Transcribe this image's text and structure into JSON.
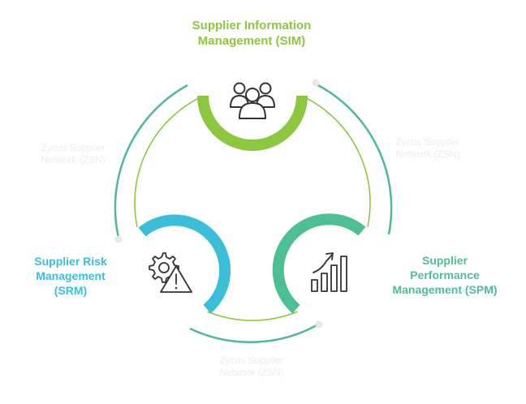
{
  "colors": {
    "sim": "#8dc63f",
    "srm": "#3bbfd9",
    "spm": "#4cbf94",
    "inner_ring": "#8dc63f",
    "outer_arc": "#4db89a",
    "faint_text": "#ededed",
    "faint_dot": "#e8e8e8",
    "icon": "#333333",
    "background": "#ffffff"
  },
  "sim": {
    "line1": "Supplier Information",
    "line2": "Management (SIM)",
    "icon": "people-group-icon"
  },
  "srm": {
    "line1": "Supplier Risk",
    "line2": "Management",
    "line3": "(SRM)",
    "icon": "gear-warning-icon"
  },
  "spm": {
    "line1": "Supplier",
    "line2": "Performance",
    "line3": "Management (SPM)",
    "icon": "growth-chart-icon"
  },
  "zsn_left": {
    "line1": "Zycus Supplier",
    "line2": "Network (ZSN)"
  },
  "zsn_right": {
    "line1": "Zycus Supplier",
    "line2": "Network (ZSN)"
  },
  "zsn_bottom": {
    "line1": "Zycus Supplier",
    "line2": "Network (ZSN)"
  }
}
